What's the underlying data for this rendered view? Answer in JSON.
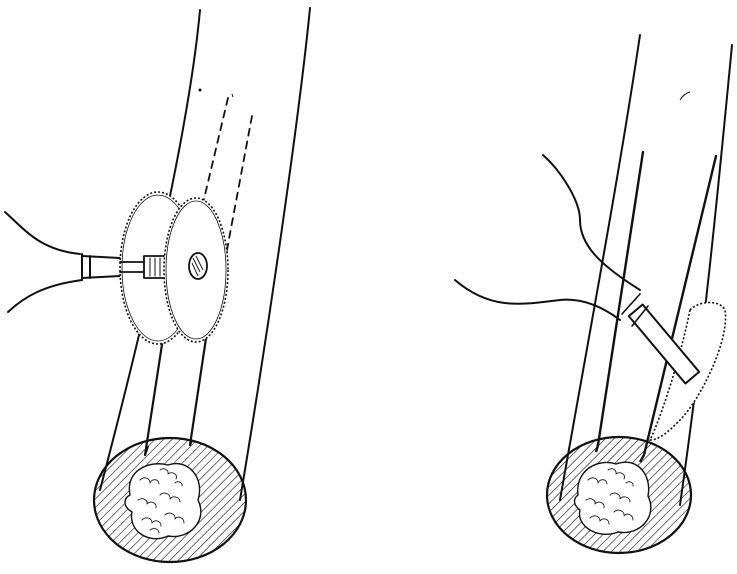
{
  "illustration": {
    "ink_color": "#111111",
    "paper_color": "#ffffff",
    "panels": [
      {
        "id": "left",
        "depicts": [
          "bone-shaft",
          "double-circular-saw",
          "handpiece",
          "parallel-saw-cuts",
          "marrow-cross-section"
        ]
      },
      {
        "id": "right",
        "depicts": [
          "bone-shaft",
          "chisel-elevator",
          "lifted-bone-flap",
          "parallel-grooves",
          "marrow-cross-section"
        ]
      }
    ]
  }
}
